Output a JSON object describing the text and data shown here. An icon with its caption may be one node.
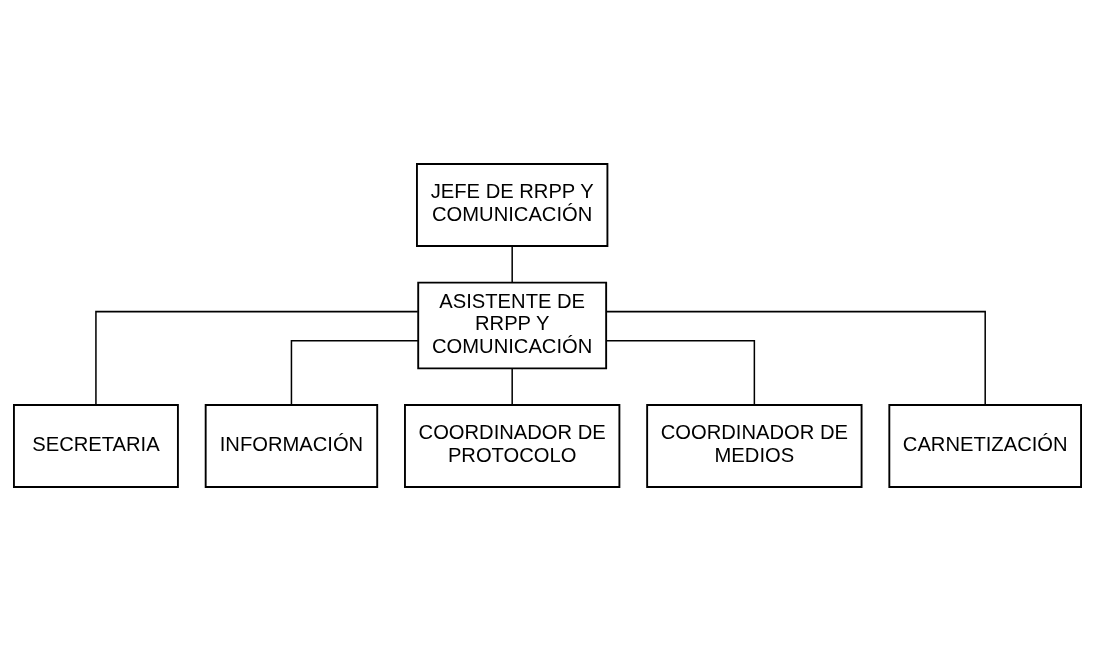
{
  "diagram": {
    "nodes": [
      {
        "text": [
          "JEFE DE RRPP Y COMUNICACIÓN"
        ]
      },
      {
        "text": [
          "ASISTENTE DE RRPP Y COMUNICACIÓN"
        ]
      },
      {
        "text": [
          "SECRETARIA"
        ]
      },
      {
        "text": [
          "INFORMACIÓN"
        ]
      },
      {
        "text": [
          "COORDINADOR DE PROTOCOLO"
        ]
      },
      {
        "text": [
          "COORDINADOR DE MEDIOS"
        ]
      },
      {
        "text": [
          "CARNETIZACIÓN"
        ]
      }
    ],
    "edges": [
      {
        "from": 0,
        "to": 1,
        "arrow": "none"
      },
      {
        "from": 1,
        "to": 2,
        "arrow": "none"
      },
      {
        "from": 1,
        "to": 3,
        "arrow": "none"
      },
      {
        "from": 1,
        "to": 4,
        "arrow": "none"
      },
      {
        "from": 1,
        "to": 5,
        "arrow": "none"
      },
      {
        "from": 1,
        "to": 6,
        "arrow": "none"
      }
    ]
  }
}
